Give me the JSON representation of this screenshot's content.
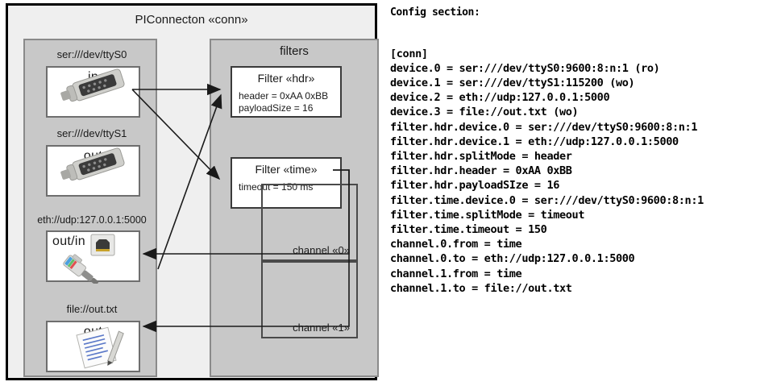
{
  "diagram": {
    "title": "PIConnecton «conn»",
    "devices_panel": {
      "items": [
        {
          "label": "ser:///dev/ttyS0",
          "direction": "in",
          "icon": "serial-port-icon"
        },
        {
          "label": "ser:///dev/ttyS1",
          "direction": "out",
          "icon": "serial-port-icon"
        },
        {
          "label": "eth://udp:127.0.0.1:5000",
          "direction": "out/in",
          "icon": "network-plug-icon"
        },
        {
          "label": "file://out.txt",
          "direction": "out",
          "icon": "text-document-icon"
        }
      ]
    },
    "filters_panel": {
      "title": "filters",
      "filters": [
        {
          "title": "Filter «hdr»",
          "attrs": [
            "header = 0xAA 0xBB",
            "payloadSize = 16"
          ]
        },
        {
          "title": "Filter «time»",
          "attrs": [
            "timeout = 150 ms"
          ]
        }
      ],
      "channels": [
        {
          "label": "channel «0»"
        },
        {
          "label": "channel «1»"
        }
      ]
    }
  },
  "config": {
    "heading": "Config section:",
    "lines": [
      "[conn]",
      "device.0 = ser:///dev/ttyS0:9600:8:n:1 (ro)",
      "device.1 = ser:///dev/ttyS1:115200 (wo)",
      "device.2 = eth://udp:127.0.0.1:5000",
      "device.3 = file://out.txt (wo)",
      "filter.hdr.device.0 = ser:///dev/ttyS0:9600:8:n:1",
      "filter.hdr.device.1 = eth://udp:127.0.0.1:5000",
      "filter.hdr.splitMode = header",
      "filter.hdr.header = 0xAA 0xBB",
      "filter.hdr.payloadSIze = 16",
      "filter.time.device.0 = ser:///dev/ttyS0:9600:8:n:1",
      "filter.time.splitMode = timeout",
      "filter.time.timeout = 150",
      "channel.0.from = time",
      "channel.0.to = eth://udp:127.0.0.1:5000",
      "channel.1.from = time",
      "channel.1.to = file://out.txt"
    ],
    "text": ""
  },
  "colors": {
    "frame_border": "#000000",
    "frame_fill": "#efefef",
    "panel_fill": "#c8c8c8",
    "panel_border": "#8a8a8a",
    "box_fill": "#ffffff",
    "arrow": "#1a1a1a"
  }
}
